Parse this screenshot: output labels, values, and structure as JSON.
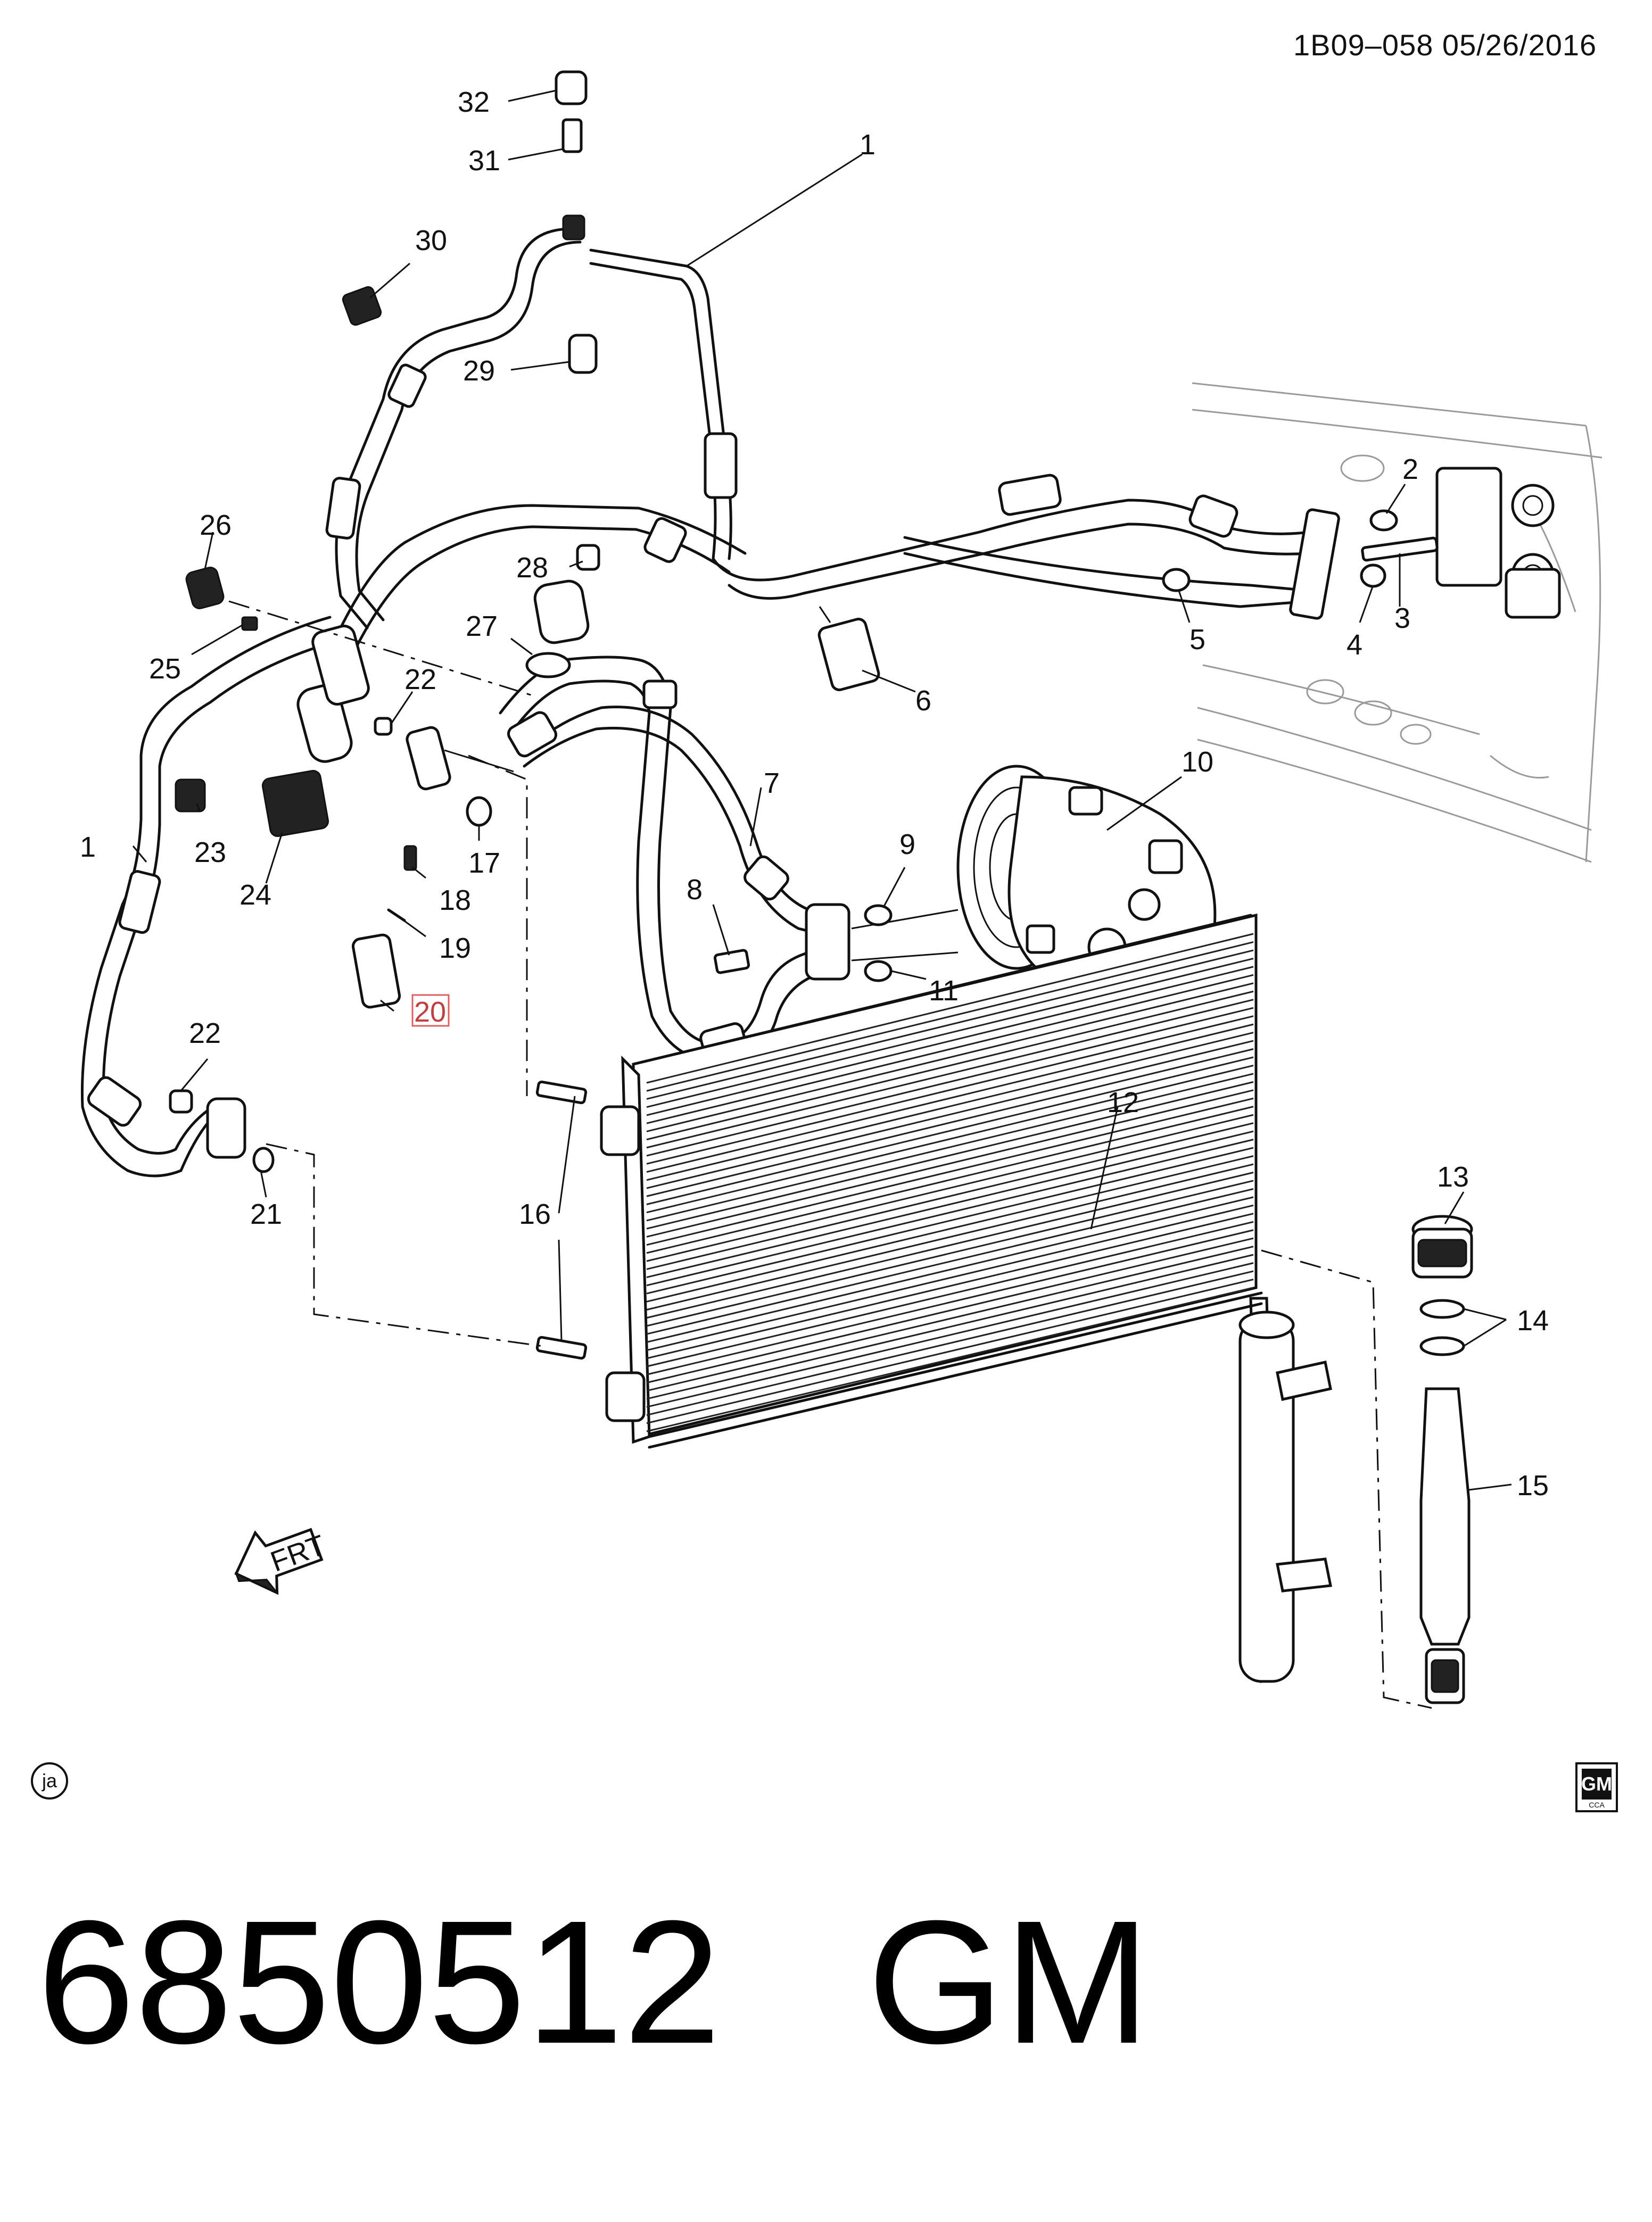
{
  "header": {
    "code": "1B09–058 05/26/2016"
  },
  "footer": {
    "part_number_title": "6850512   GM",
    "corner_badge": "ja",
    "logo_text": "GM",
    "logo_subtext": "CCA"
  },
  "orientation": {
    "arrow_text": "FRT"
  },
  "callouts": {
    "c1a": "1",
    "c1b": "1",
    "c2": "2",
    "c3": "3",
    "c4": "4",
    "c5": "5",
    "c6": "6",
    "c7": "7",
    "c8": "8",
    "c9": "9",
    "c10": "10",
    "c11": "11",
    "c12": "12",
    "c13": "13",
    "c14": "14",
    "c15": "15",
    "c16": "16",
    "c17": "17",
    "c18": "18",
    "c19": "19",
    "c20": "20",
    "c21": "21",
    "c22a": "22",
    "c22b": "22",
    "c23": "23",
    "c24": "24",
    "c25": "25",
    "c26": "26",
    "c27": "27",
    "c28": "28",
    "c29": "29",
    "c30": "30",
    "c31": "31",
    "c32": "32"
  },
  "colors": {
    "line": "#111111",
    "highlight_box": "#e06060"
  }
}
